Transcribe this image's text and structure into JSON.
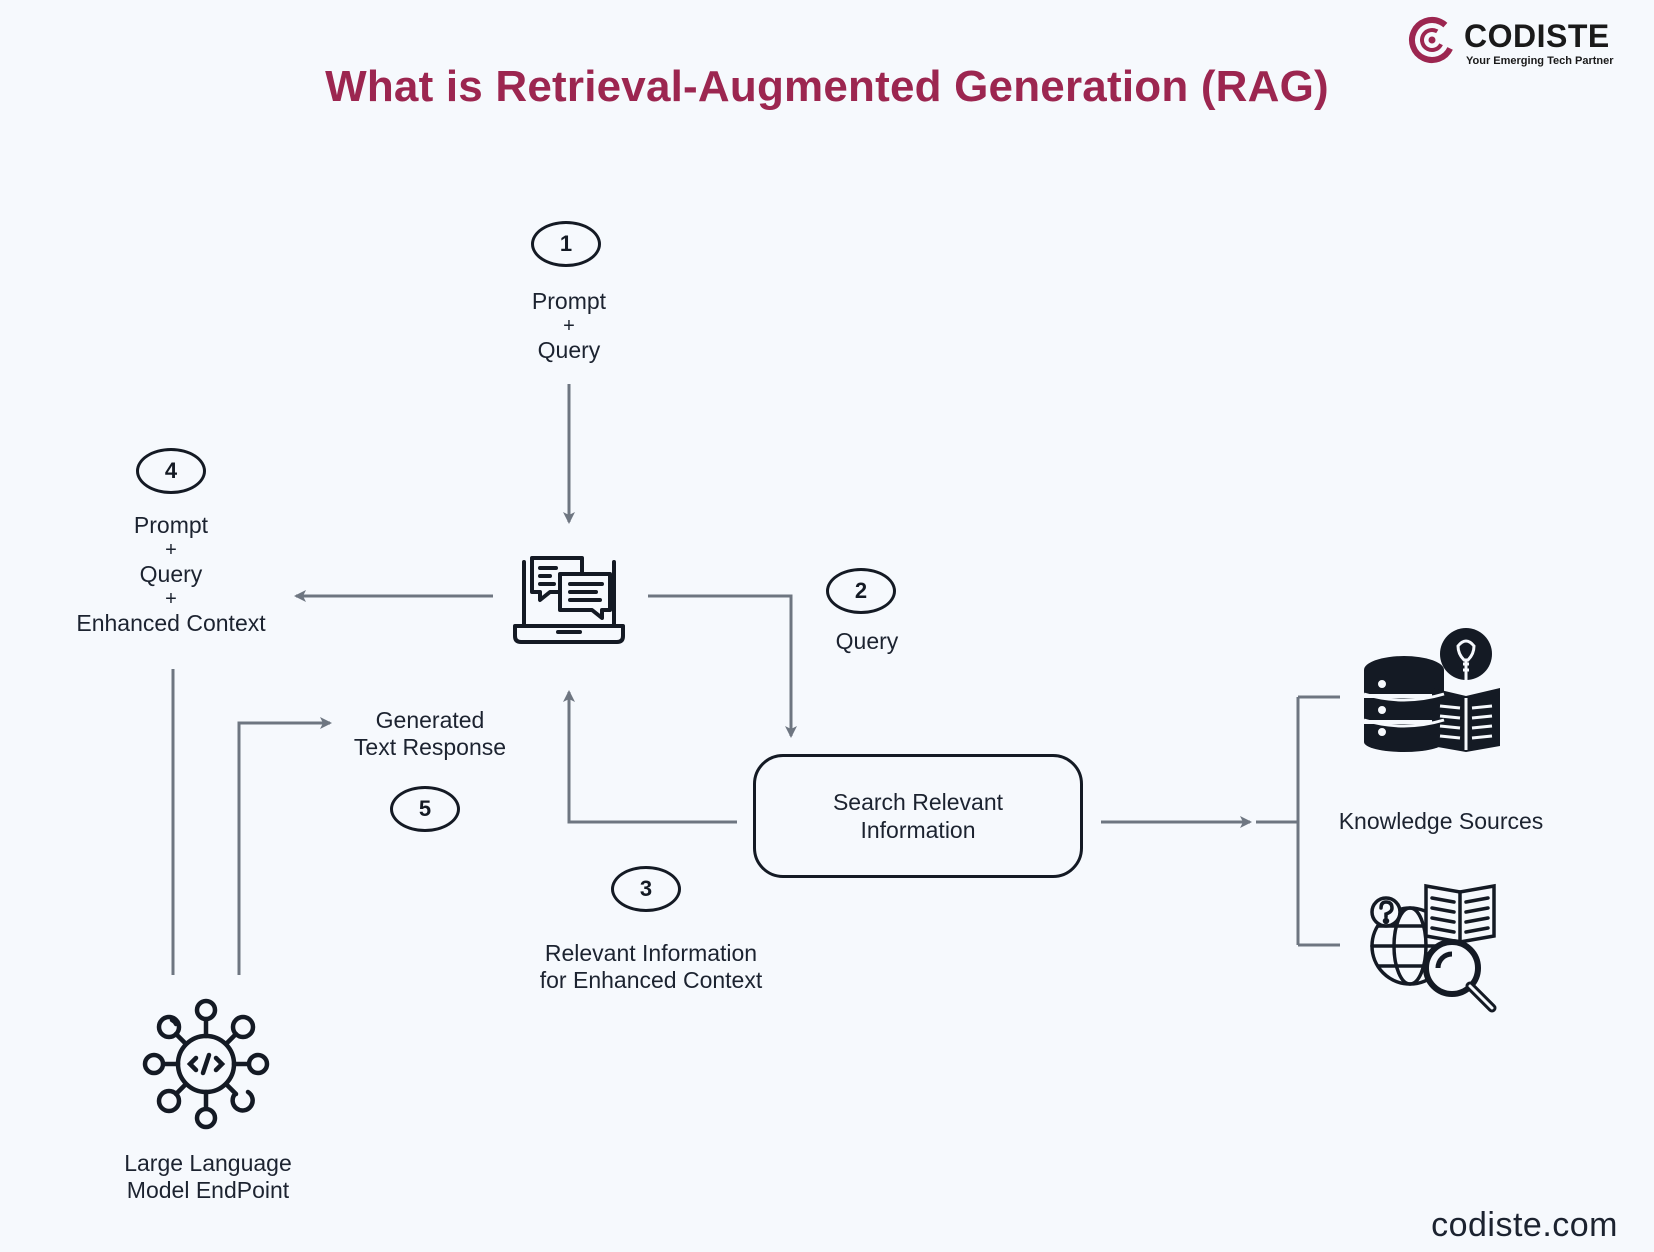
{
  "title": "What is Retrieval-Augmented Generation (RAG)",
  "brand": {
    "name": "CODISTE",
    "tagline": "Your Emerging Tech Partner"
  },
  "footer": "codiste.com",
  "steps": {
    "s1": {
      "number": "1",
      "line1": "Prompt",
      "plus": "+",
      "line2": "Query"
    },
    "s2": {
      "number": "2",
      "label": "Query"
    },
    "s3": {
      "number": "3",
      "line1": "Relevant Information",
      "line2": "for Enhanced Context"
    },
    "s4": {
      "number": "4",
      "line1": "Prompt",
      "plus1": "+",
      "line2": "Query",
      "plus2": "+",
      "line3": "Enhanced Context"
    },
    "s5": {
      "number": "5",
      "line1": "Generated",
      "line2": "Text Response"
    }
  },
  "search_box": {
    "line1": "Search Relevant",
    "line2": "Information"
  },
  "knowledge": {
    "label": "Knowledge Sources"
  },
  "llm": {
    "line1": "Large Language",
    "line2": "Model EndPoint"
  },
  "colors": {
    "title": "#9c2650",
    "arrow": "#6e7681",
    "ink": "#141a24",
    "background": "#f6f9fd"
  },
  "icons": [
    "codiste-logo-icon",
    "laptop-chat-icon",
    "database-book-idea-icon",
    "globe-search-book-icon",
    "llm-network-icon"
  ]
}
